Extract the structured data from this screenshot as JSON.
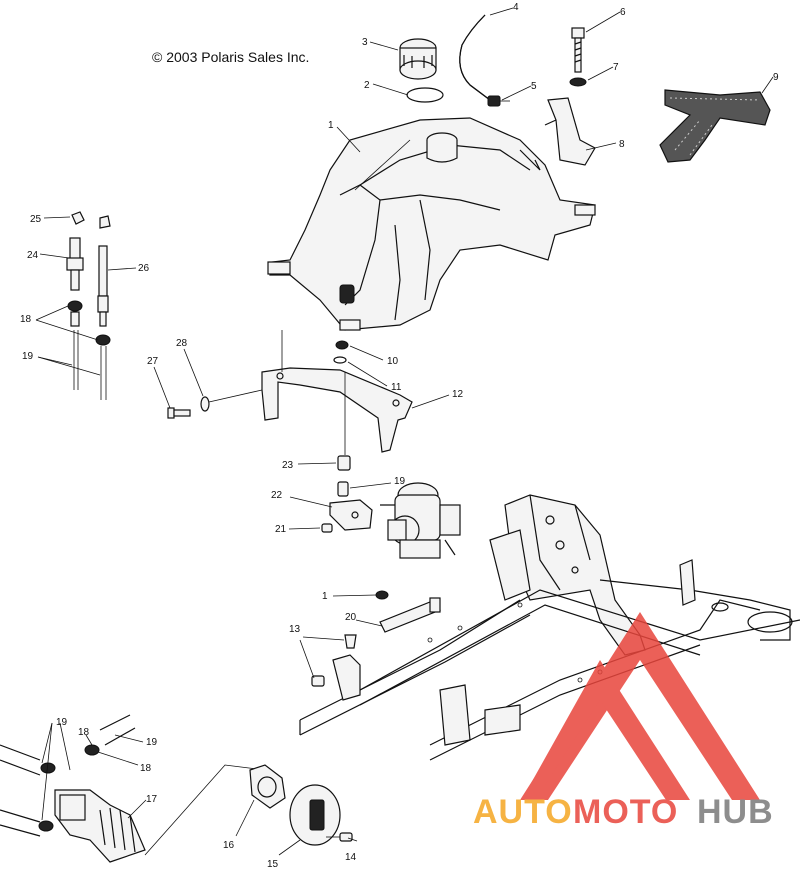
{
  "copyright": "© 2003 Polaris Sales Inc.",
  "watermark": {
    "text_a": "AUTO",
    "text_b": "MOTO",
    "text_c": "HUB",
    "colors": {
      "orange": "#f5a623",
      "red": "#e8453c",
      "gray": "#7a7a7a"
    }
  },
  "callouts": [
    {
      "id": "c1a",
      "text": "1"
    },
    {
      "id": "c2",
      "text": "2"
    },
    {
      "id": "c3",
      "text": "3"
    },
    {
      "id": "c4",
      "text": "4"
    },
    {
      "id": "c5",
      "text": "5"
    },
    {
      "id": "c6",
      "text": "6"
    },
    {
      "id": "c7",
      "text": "7"
    },
    {
      "id": "c8",
      "text": "8"
    },
    {
      "id": "c9",
      "text": "9"
    },
    {
      "id": "c10",
      "text": "10"
    },
    {
      "id": "c11",
      "text": "11"
    },
    {
      "id": "c12",
      "text": "12"
    },
    {
      "id": "c13",
      "text": "13"
    },
    {
      "id": "c14",
      "text": "14"
    },
    {
      "id": "c15",
      "text": "15"
    },
    {
      "id": "c16",
      "text": "16"
    },
    {
      "id": "c17",
      "text": "17"
    },
    {
      "id": "c18a",
      "text": "18"
    },
    {
      "id": "c18b",
      "text": "18"
    },
    {
      "id": "c18c",
      "text": "18"
    },
    {
      "id": "c19a",
      "text": "19"
    },
    {
      "id": "c19b",
      "text": "19"
    },
    {
      "id": "c19c",
      "text": "19"
    },
    {
      "id": "c19d",
      "text": "19"
    },
    {
      "id": "c20",
      "text": "20"
    },
    {
      "id": "c21",
      "text": "21"
    },
    {
      "id": "c22",
      "text": "22"
    },
    {
      "id": "c23",
      "text": "23"
    },
    {
      "id": "c24",
      "text": "24"
    },
    {
      "id": "c25",
      "text": "25"
    },
    {
      "id": "c26",
      "text": "26"
    },
    {
      "id": "c27",
      "text": "27"
    },
    {
      "id": "c28",
      "text": "28"
    },
    {
      "id": "c1b",
      "text": "1"
    }
  ]
}
